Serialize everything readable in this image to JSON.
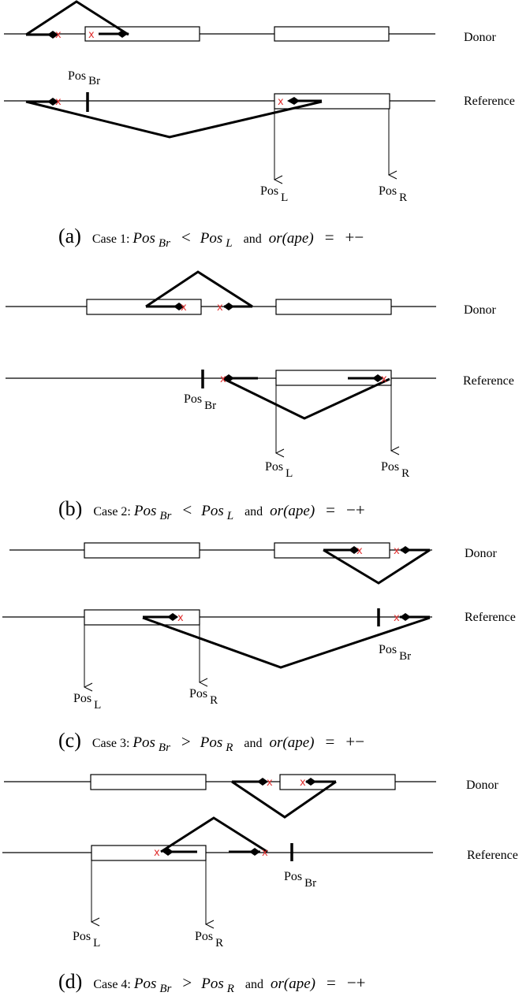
{
  "labels": {
    "donor": "Donor",
    "reference": "Reference",
    "pos": "Pos",
    "sub_l": "L",
    "sub_r": "R",
    "sub_br": "Br",
    "x_mark": "x"
  },
  "cases": [
    {
      "letter": "(a)",
      "title": "Case 1:",
      "pos": "Pos",
      "sub1": "Br",
      "op": "<",
      "pos2": "Pos",
      "sub2": "L",
      "and": "and",
      "ape": "or(ape)",
      "eq": "=",
      "sign": "+−"
    },
    {
      "letter": "(b)",
      "title": "Case 2:",
      "pos": "Pos",
      "sub1": "Br",
      "op": "<",
      "pos2": "Pos",
      "sub2": "L",
      "and": "and",
      "ape": "or(ape)",
      "eq": "=",
      "sign": "−+"
    },
    {
      "letter": "(c)",
      "title": "Case 3:",
      "pos": "Pos",
      "sub1": "Br",
      "op": ">",
      "pos2": "Pos",
      "sub2": "R",
      "and": "and",
      "ape": "or(ape)",
      "eq": "=",
      "sign": "+−"
    },
    {
      "letter": "(d)",
      "title": "Case 4:",
      "pos": "Pos",
      "sub1": "Br",
      "op": ">",
      "pos2": "Pos",
      "sub2": "R",
      "and": "and",
      "ape": "or(ape)",
      "eq": "=",
      "sign": "−+"
    }
  ]
}
